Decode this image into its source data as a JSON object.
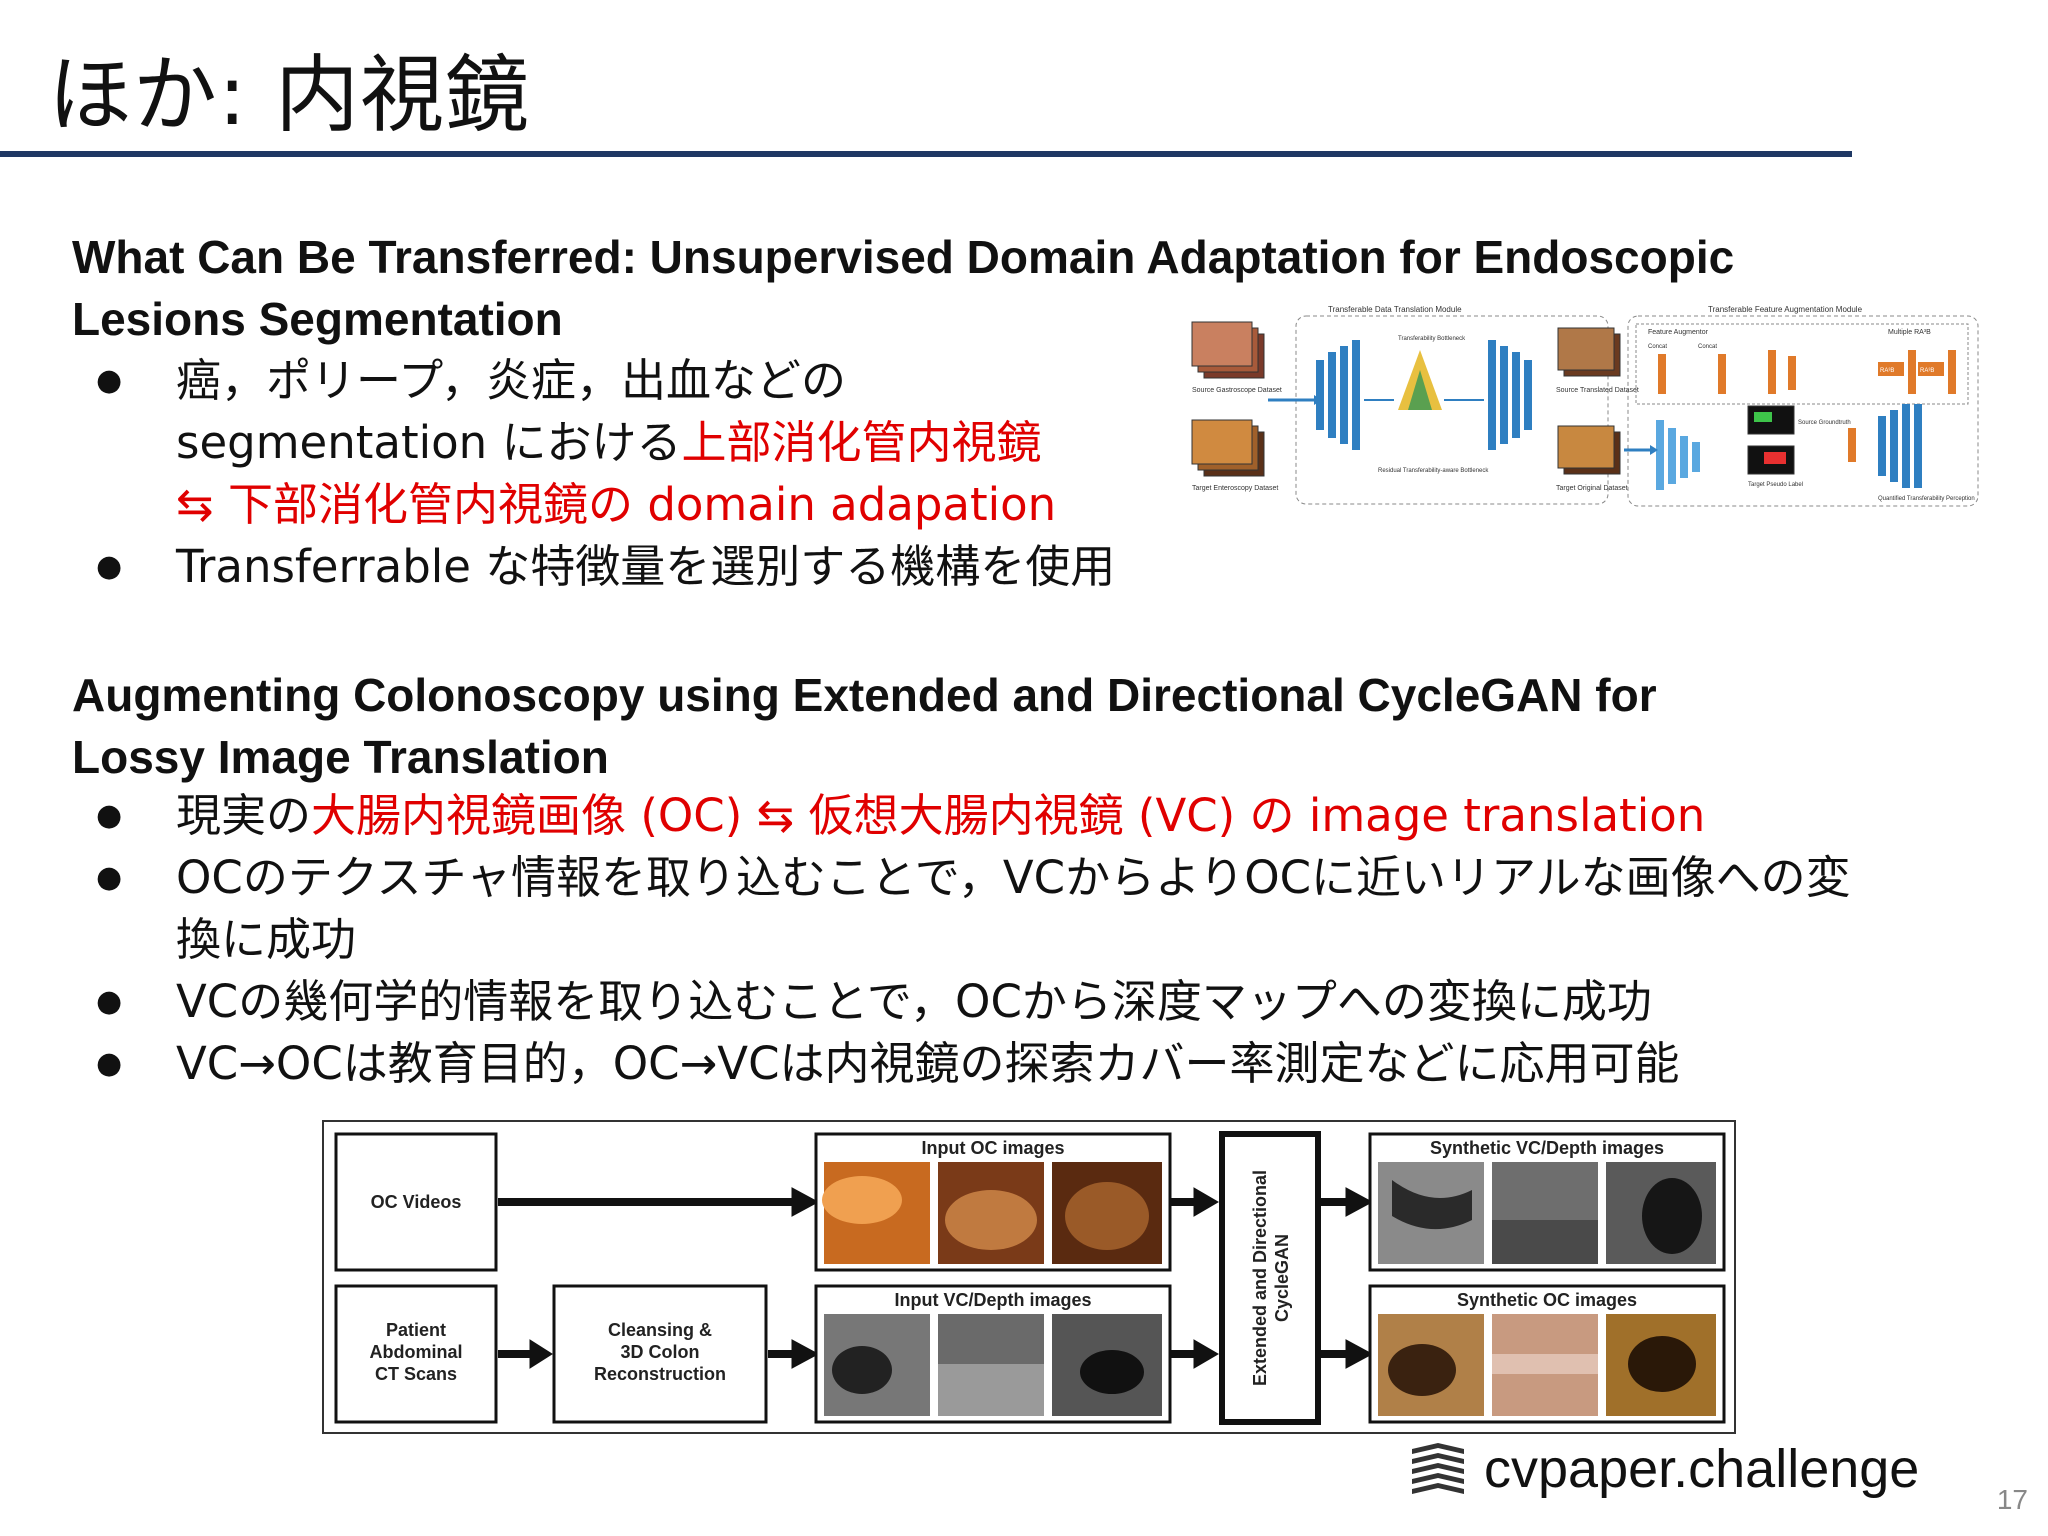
{
  "slide": {
    "title": "ほか: 内視鏡",
    "page_number": "17"
  },
  "paper1": {
    "title_line1": "What Can Be Transferred: Unsupervised Domain Adaptation for Endoscopic",
    "title_line2": "Lesions Segmentation",
    "bullet1_line1": "癌，ポリープ，炎症，出血などの",
    "bullet1_line2_prefix": "segmentation における",
    "bullet1_line2_red": "上部消化管内視鏡",
    "bullet1_line3_red": "⇆ 下部消化管内視鏡の domain adapation",
    "bullet2": "Transferrable な特徴量を選別する機構を使用",
    "figure": {
      "module1_title": "Transferable Data Translation Module",
      "module2_title": "Transferable Feature Augmentation Module",
      "feature_augmentor": "Feature Augmentor",
      "multiple": "Multiple RA³B",
      "concat1": "Concat",
      "concat2": "Concat",
      "ra3b1": "RA³B",
      "ra3b2": "RA³B",
      "bottleneck": "Transferability Bottleneck",
      "residual": "Residual Transferability-aware Bottleneck",
      "source_gastro": "Source Gastroscope Dataset",
      "target_entero": "Target Enteroscopy Dataset",
      "source_translated": "Source Translated Dataset",
      "target_original": "Target Original Dataset",
      "source_groundtruth": "Source Groundtruth",
      "target_pseudo": "Target Pseudo Label",
      "quantified": "Quantified Transferability Perception"
    }
  },
  "paper2": {
    "title_line1": "Augmenting Colonoscopy using Extended and Directional CycleGAN for",
    "title_line2": "Lossy Image Translation",
    "b1_prefix": "現実の",
    "b1_red": "大腸内視鏡画像 (OC) ⇆ 仮想大腸内視鏡 (VC) の image translation",
    "b2_line1": "OCのテクスチャ情報を取り込むことで，VCからよりOCに近いリアルな画像への変",
    "b2_line2": "換に成功",
    "b3": "VCの幾何学的情報を取り込むことで，OCから深度マップへの変換に成功",
    "b4": "VC→OCは教育目的，OC→VCは内視鏡の探索カバー率測定などに応用可能",
    "figure": {
      "oc_videos": "OC Videos",
      "patient_line1": "Patient",
      "patient_line2": "Abdominal",
      "patient_line3": "CT Scans",
      "cleansing_line1": "Cleansing &",
      "cleansing_line2": "3D Colon",
      "cleansing_line3": "Reconstruction",
      "input_oc": "Input OC images",
      "input_vc": "Input VC/Depth images",
      "cyclegan_line1": "Extended and Directional",
      "cyclegan_line2": "CycleGAN",
      "synthetic_vc": "Synthetic VC/Depth images",
      "synthetic_oc": "Synthetic OC images"
    }
  },
  "logo": {
    "text": "cvpaper.challenge"
  }
}
